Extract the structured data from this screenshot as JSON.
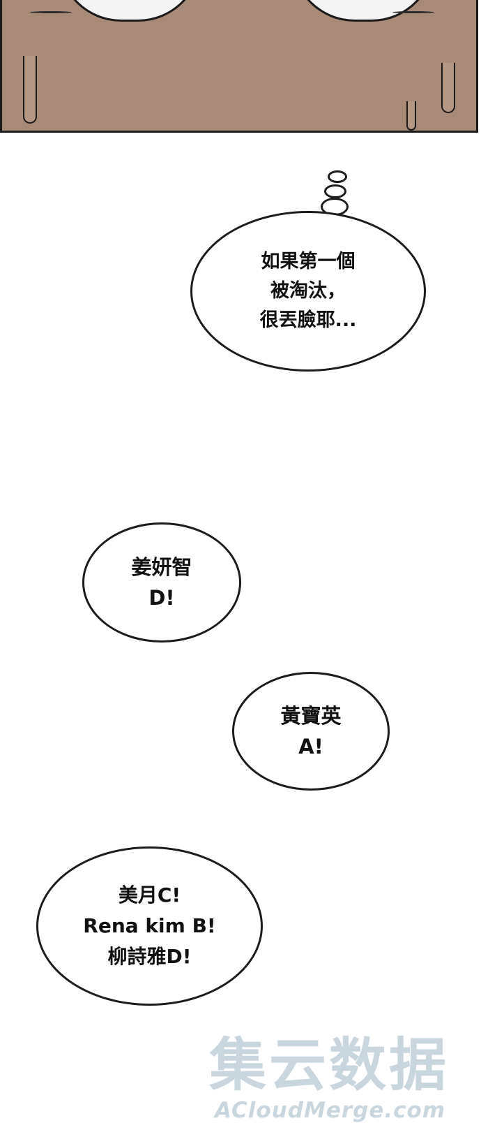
{
  "thought_bubble": {
    "lines": [
      "如果第一個",
      "被淘汰，",
      "很丟臉耶..."
    ]
  },
  "speech_bubble_1": {
    "lines": [
      "姜妍智",
      "D!"
    ]
  },
  "speech_bubble_2": {
    "lines": [
      "黃寶英",
      "A!"
    ]
  },
  "speech_bubble_3": {
    "lines": [
      "美月C!",
      "Rena kim B!",
      "柳詩雅D!"
    ]
  },
  "watermark": {
    "title": "集云数据",
    "url": "ACloudMerge.com"
  },
  "colors": {
    "skin": "#a88a78",
    "ink": "#1b1b1b",
    "watermark": "#b9c9d3"
  }
}
